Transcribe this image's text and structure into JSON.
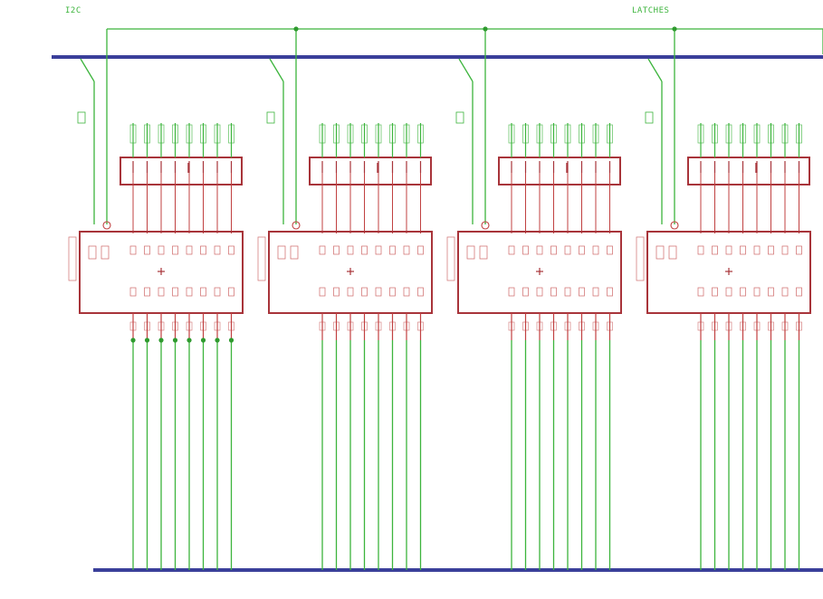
{
  "nets": {
    "left_label": "I2C",
    "right_label": "LATCHES"
  },
  "colors": {
    "wire": "#3cb43c",
    "bus": "#3a3f9a",
    "component": "#a8343a",
    "pin": "#c04040",
    "junction": "#2f9a2f",
    "background": "#ffffff"
  },
  "counts": {
    "latch_blocks": 4,
    "outputs_per_block": 8
  }
}
